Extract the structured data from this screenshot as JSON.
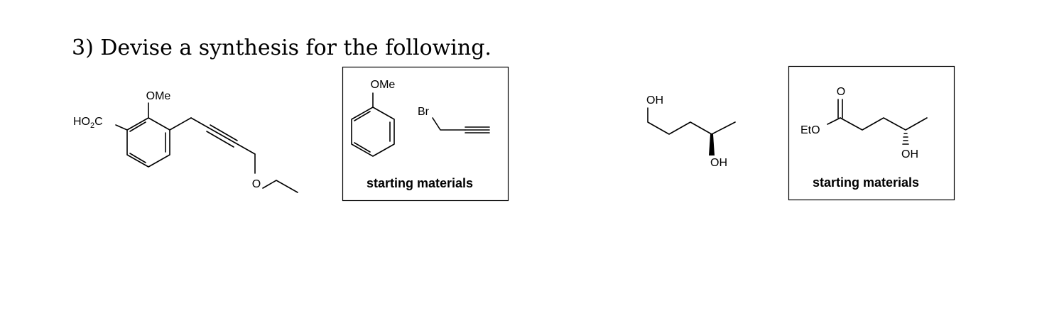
{
  "question": {
    "title": "3) Devise a synthesis for the following."
  },
  "target_1": {
    "labels": {
      "methoxy": "OMe",
      "acid": "HO",
      "acid_sub": "2",
      "acid_c": "C",
      "ether_o": "O"
    }
  },
  "starting_materials_1": {
    "labels": {
      "methoxy": "OMe",
      "bromide": "Br"
    },
    "caption": "starting materials"
  },
  "target_2": {
    "labels": {
      "top_hydroxyl": "OH",
      "bottom_hydroxyl": "OH"
    }
  },
  "starting_materials_2": {
    "labels": {
      "carbonyl_o": "O",
      "ethoxy": "EtO",
      "hydroxyl": "OH"
    },
    "caption": "starting materials"
  }
}
